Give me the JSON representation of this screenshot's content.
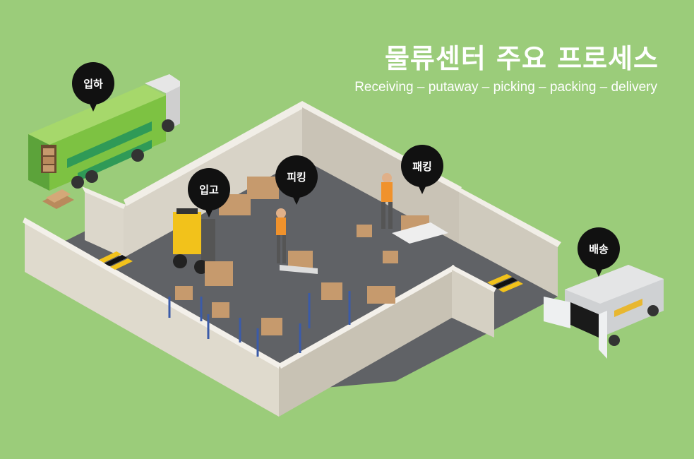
{
  "title": "물류센터 주요 프로세스",
  "subtitle": "Receiving – putaway – picking – packing – delivery",
  "labels": {
    "receiving": "입하",
    "putaway": "입고",
    "picking": "피킹",
    "packing": "패킹",
    "delivery": "배송"
  },
  "colors": {
    "background": "#9bcc7a",
    "wall_top": "#f0ede6",
    "wall_side": "#cdc8bb",
    "floor": "#606266",
    "bubble": "#111111",
    "box": "#c69a6d",
    "truck_green": "#7dc242",
    "forklift_yellow": "#f2c21b",
    "worker_orange": "#f0922c"
  }
}
